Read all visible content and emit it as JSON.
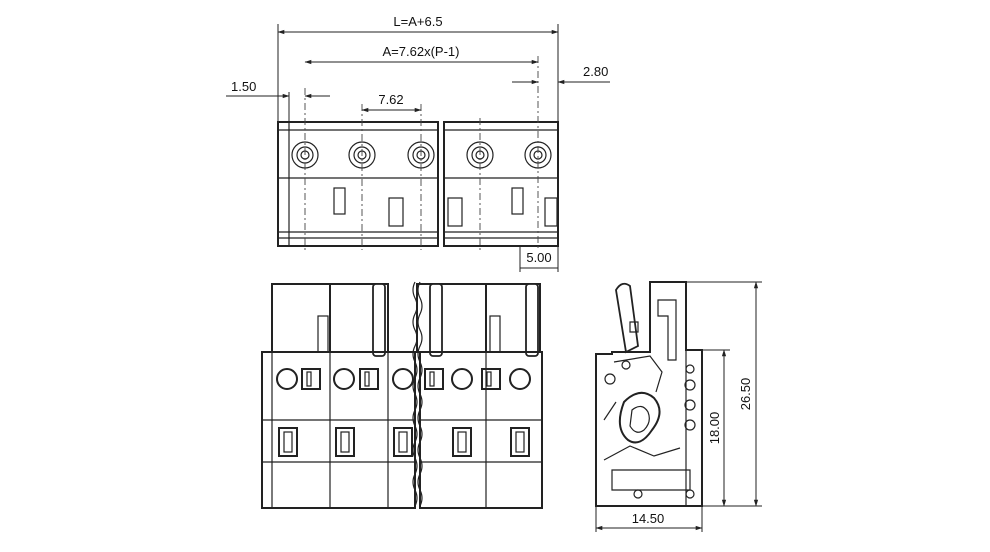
{
  "dimensions": {
    "overall_length": "L=A+6.5",
    "pin_span": "A=7.62x(P-1)",
    "pitch": "7.62",
    "left_offset": "1.50",
    "right_offset": "2.80",
    "bottom_width": "5.00",
    "side_width": "14.50",
    "side_height_inner": "18.00",
    "side_height_total": "26.50"
  },
  "colors": {
    "line": "#222222",
    "background": "#ffffff"
  }
}
